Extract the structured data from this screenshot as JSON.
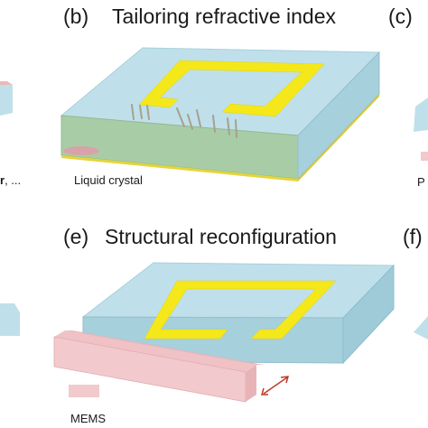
{
  "panels": [
    {
      "id": "b",
      "letter": "(b)",
      "title": "Tailoring refractive index",
      "legend": "Liquid crystal"
    },
    {
      "id": "c",
      "letter": "(c)"
    },
    {
      "id": "e",
      "letter": "(e)",
      "title": "Structural reconfiguration",
      "legend": "MEMS"
    },
    {
      "id": "f",
      "letter": "(f)"
    }
  ],
  "left_edge": {
    "bold_text": "r",
    "rest_text": ", ..."
  },
  "right_edge": {
    "partial_text": "P"
  },
  "colors": {
    "substrate_top": "#bfe0ea",
    "substrate_side": "#9fcbd9",
    "metal": "#f5e81a",
    "lc_layer": "#a8cda6",
    "lc_molecule": "#d8a3a8",
    "mems": "#f2c9cc",
    "arrow": "#c0392b"
  }
}
